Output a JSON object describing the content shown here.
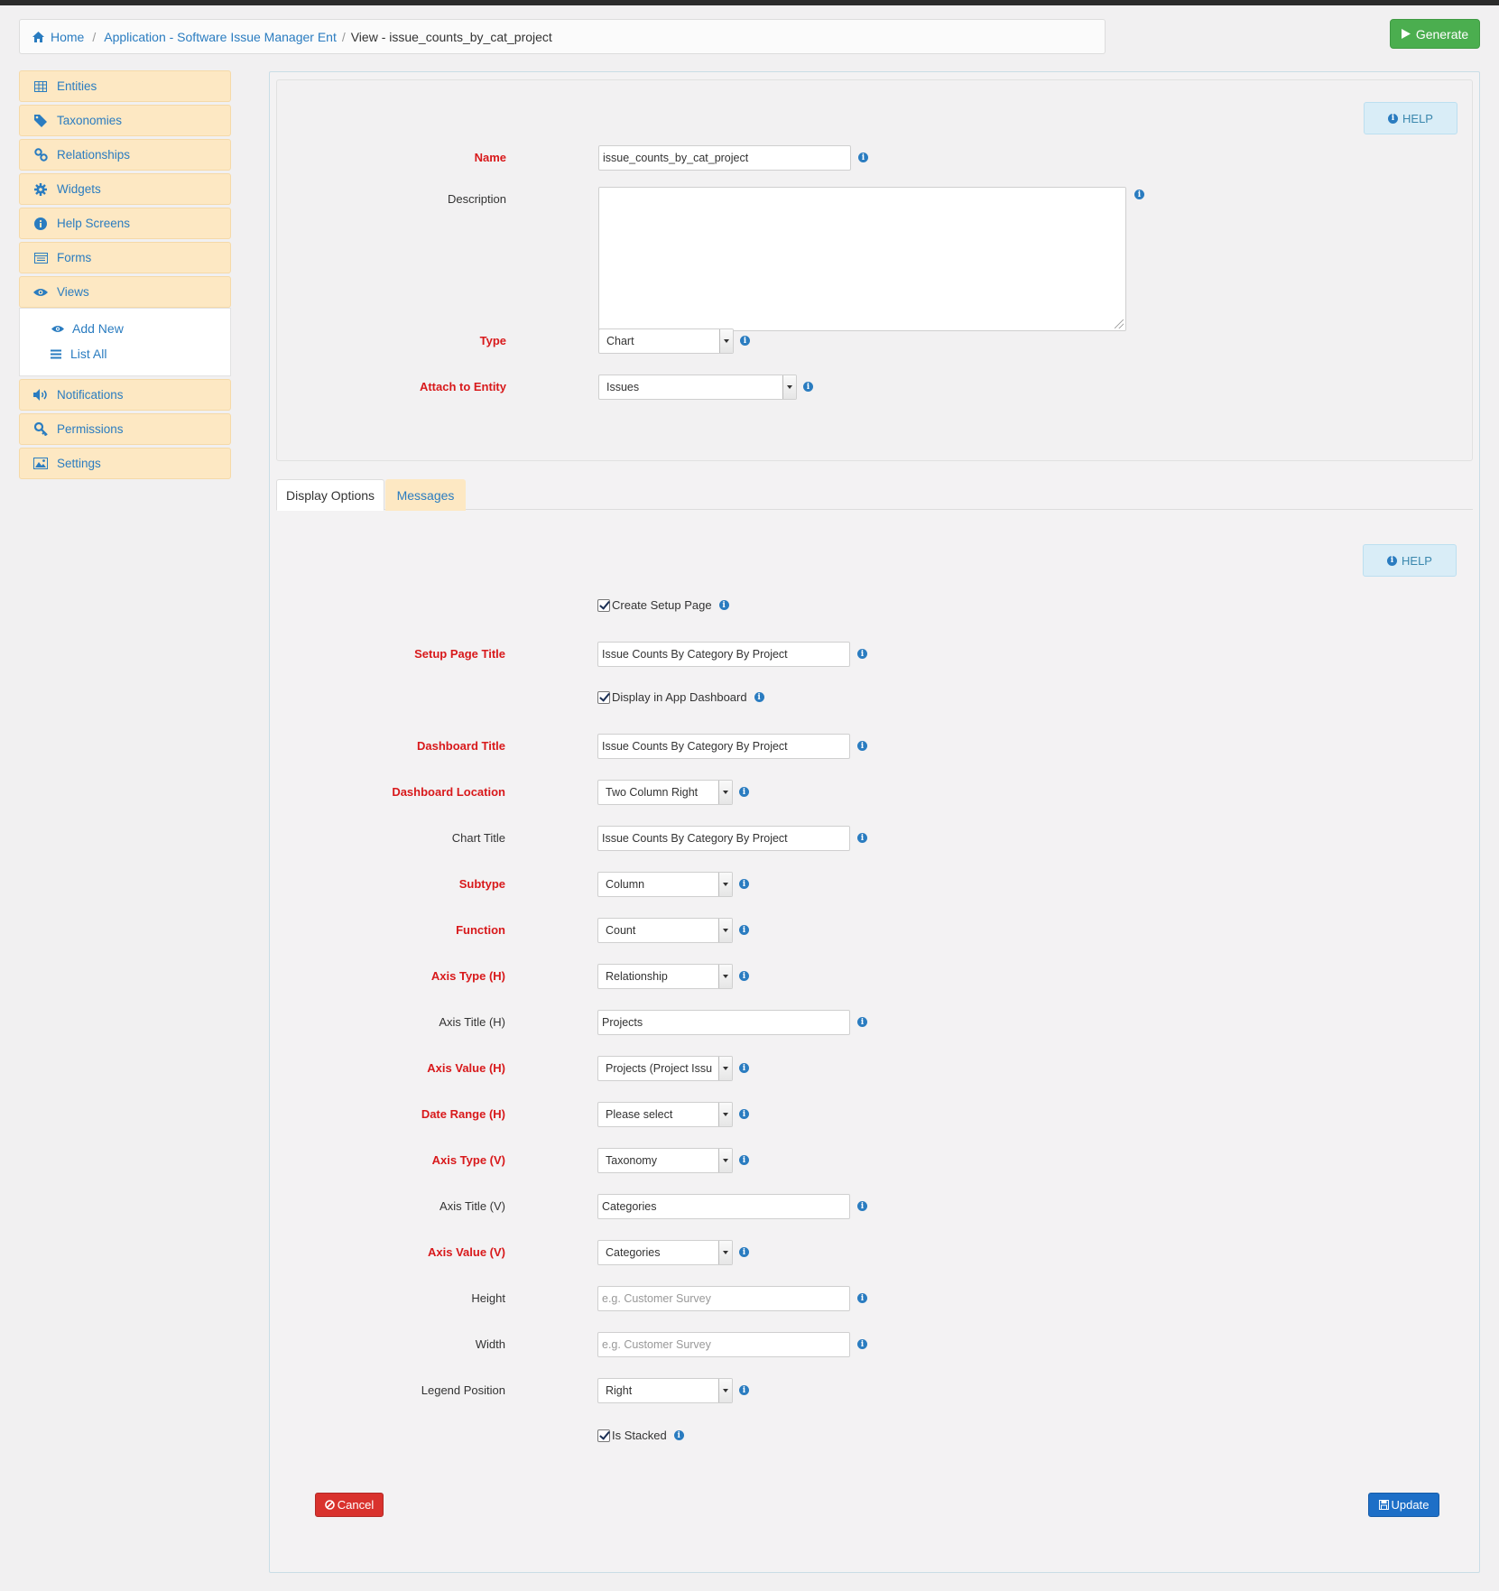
{
  "breadcrumb": {
    "home": "Home",
    "application": "Application - Software Issue Manager Ent",
    "current": "View - issue_counts_by_cat_project"
  },
  "toolbar": {
    "generate_label": "Generate"
  },
  "sidebar": {
    "items": [
      {
        "label": "Entities",
        "icon": "table-icon"
      },
      {
        "label": "Taxonomies",
        "icon": "tag-icon"
      },
      {
        "label": "Relationships",
        "icon": "link-icon"
      },
      {
        "label": "Widgets",
        "icon": "gear-icon"
      },
      {
        "label": "Help Screens",
        "icon": "info-icon"
      },
      {
        "label": "Forms",
        "icon": "form-icon"
      },
      {
        "label": "Views",
        "icon": "eye-icon"
      },
      {
        "label": "Notifications",
        "icon": "speaker-icon"
      },
      {
        "label": "Permissions",
        "icon": "key-icon"
      },
      {
        "label": "Settings",
        "icon": "image-icon"
      }
    ],
    "views_sub": [
      {
        "label": "Add New",
        "icon": "eye-icon"
      },
      {
        "label": "List All",
        "icon": "list-icon"
      }
    ]
  },
  "help_label": "HELP",
  "form": {
    "name": {
      "label": "Name",
      "value": "issue_counts_by_cat_project"
    },
    "description": {
      "label": "Description",
      "value": ""
    },
    "type": {
      "label": "Type",
      "value": "Chart"
    },
    "attach_entity": {
      "label": "Attach to Entity",
      "value": "Issues"
    }
  },
  "tabs": {
    "display_options": "Display Options",
    "messages": "Messages"
  },
  "display": {
    "create_setup_page": "Create Setup Page",
    "setup_page_title": {
      "label": "Setup Page Title",
      "value": "Issue Counts By Category By Project"
    },
    "display_in_dashboard": "Display in App Dashboard",
    "dashboard_title": {
      "label": "Dashboard Title",
      "value": "Issue Counts By Category By Project"
    },
    "dashboard_location": {
      "label": "Dashboard Location",
      "value": "Two Column Right"
    },
    "chart_title": {
      "label": "Chart Title",
      "value": "Issue Counts By Category By Project"
    },
    "subtype": {
      "label": "Subtype",
      "value": "Column"
    },
    "function": {
      "label": "Function",
      "value": "Count"
    },
    "axis_type_h": {
      "label": "Axis Type (H)",
      "value": "Relationship"
    },
    "axis_title_h": {
      "label": "Axis Title (H)",
      "value": "Projects"
    },
    "axis_value_h": {
      "label": "Axis Value (H)",
      "value": "Projects (Project Issues)"
    },
    "date_range_h": {
      "label": "Date Range (H)",
      "value": "Please select"
    },
    "axis_type_v": {
      "label": "Axis Type (V)",
      "value": "Taxonomy"
    },
    "axis_title_v": {
      "label": "Axis Title (V)",
      "value": "Categories"
    },
    "axis_value_v": {
      "label": "Axis Value (V)",
      "value": "Categories"
    },
    "height": {
      "label": "Height",
      "placeholder": "e.g. Customer Survey"
    },
    "width": {
      "label": "Width",
      "placeholder": "e.g. Customer Survey"
    },
    "legend_position": {
      "label": "Legend Position",
      "value": "Right"
    },
    "is_stacked": "Is Stacked"
  },
  "actions": {
    "cancel": "Cancel",
    "update": "Update"
  },
  "colors": {
    "required_label": "#d8191b",
    "link": "#2a7cc0",
    "generate": "#4bae4f",
    "cancel": "#d9322d",
    "update": "#1d6fc7",
    "sidebar_bg": "#fde8c3"
  }
}
